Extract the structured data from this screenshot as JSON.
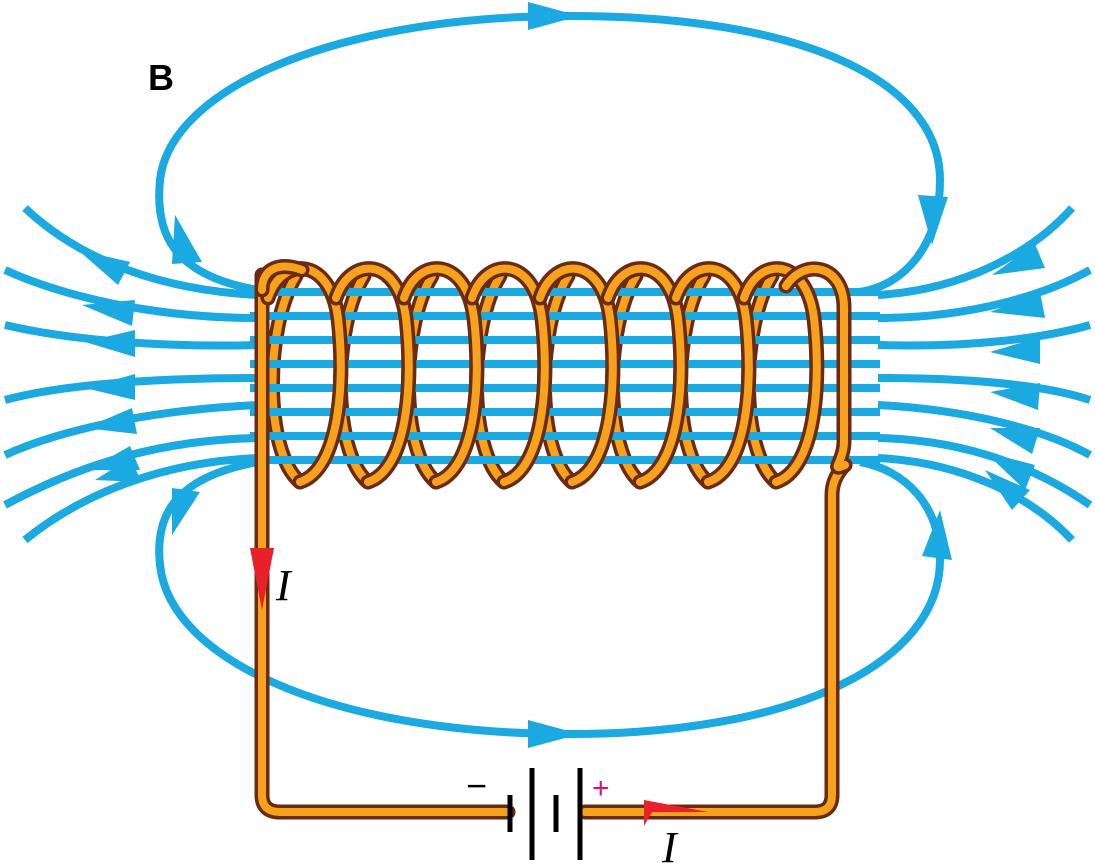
{
  "labels": {
    "field_symbol": "B",
    "current_symbol_left": "I",
    "current_symbol_bottom": "I",
    "battery_negative": "−",
    "battery_positive": "+"
  },
  "colors": {
    "field_lines": "#1aa9e0",
    "wire_core": "#f7a21c",
    "wire_edge": "#6b2a12",
    "current_arrows": "#e8202a",
    "positive_sign": "#e0107a"
  },
  "coil": {
    "turns": 8
  }
}
